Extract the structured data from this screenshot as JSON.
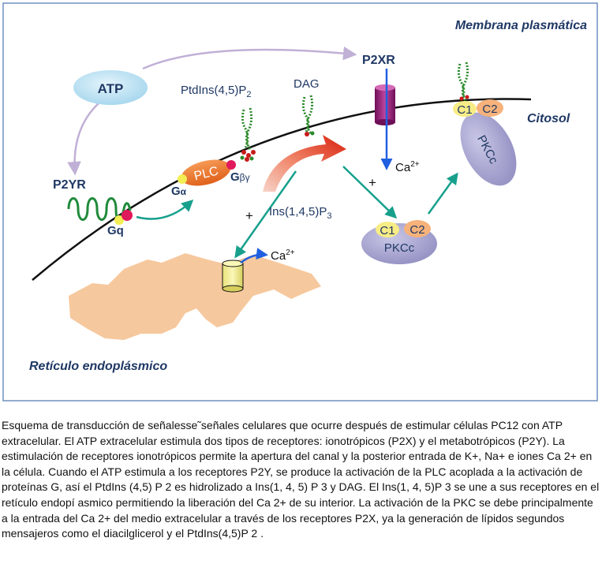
{
  "colors": {
    "frame": "#6f8fc0",
    "label_blue": "#1f3864",
    "arrow_teal": "#16a08c",
    "arrow_lavender": "#c0b0d6",
    "arrow_blue": "#2060e0",
    "membrane": "#111111",
    "atp_fill": "#bfe2f3",
    "plc_fill": "#f07a2a",
    "pkc_fill": "#a6a3cf",
    "c1_fill": "#f7ec86",
    "c2_fill": "#f6b27a",
    "p2x_fill": "#9a1e7a",
    "receptor_green": "#1f8a3a",
    "er_fill": "#f6c89d",
    "gq_yellow": "#f3ee53",
    "gq_pink": "#e0195c",
    "lipid_green": "#2a8a2a",
    "lipid_red": "#c81a1a"
  },
  "diagram": {
    "membrane_label": "Membrana plasmática",
    "cytosol_label": "Citosol",
    "er_label": "Retículo endoplásmico",
    "atp_label": "ATP",
    "p2yr_label": "P2YR",
    "p2xr_label": "P2XR",
    "gq_label": "Gq",
    "plc_label": "PLC",
    "g_alpha": {
      "base": "G",
      "sub": "α"
    },
    "g_betagamma": {
      "base": "G",
      "sub": "βγ"
    },
    "ptdins": {
      "base": "PtdIns(4,5)P",
      "sub": "2"
    },
    "dag_label": "DAG",
    "ins": {
      "base": "Ins(1,4,5)P",
      "sub": "3"
    },
    "ca_channel": {
      "base": "Ca",
      "sup": "2+"
    },
    "ca_er": {
      "base": "Ca",
      "sup": "2+"
    },
    "plus_1": "+",
    "plus_2": "+",
    "c1_label": "C1",
    "c2_label": "C2",
    "pkc_label": "PKCc"
  },
  "caption": "Esquema de transducción de señalesse˜señales celulares que ocurre después de estimular células PC12 con ATP extracelular. El ATP extracelular estimula dos tipos de receptores: ionotrópicos (P2X) y el metabotrópicos (P2Y). La estimulación de receptores ionotrópicos permite la apertura del canal y la posterior entrada de K+, Na+ e iones Ca 2+ en la célula. Cuando el ATP estimula a los receptores P2Y, se produce la activación de la PLC acoplada a la activación de proteínas G, así el PtdIns (4,5) P 2 es hidrolizado a Ins(1, 4, 5) P 3 y DAG. El Ins(1, 4, 5)P 3 se une a sus receptores en el retículo endopí asmico permitiendo la liberación del Ca 2+ de su interior. La activación de la PKC se debe principalmente a la entrada del Ca 2+ del medio extracelular a través de los receptores P2X, ya la generación de lípidos segundos mensajeros como el diacilglicerol y el PtdIns(4,5)P 2 ."
}
